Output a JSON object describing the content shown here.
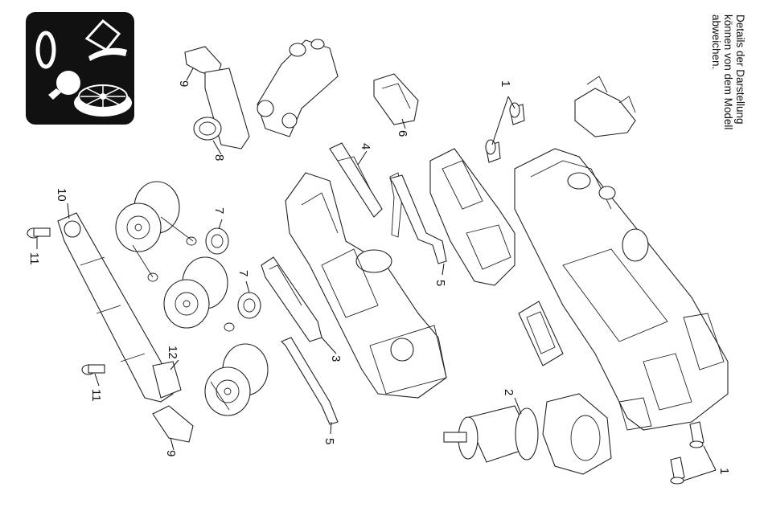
{
  "disclaimer": {
    "line1": "Details der Darstellung",
    "line2": "können von dem Modell",
    "line3": "abweichen."
  },
  "labels": {
    "p1a": "1",
    "p1b": "1",
    "p2": "2",
    "p3": "3",
    "p4": "4",
    "p5a": "5",
    "p5b": "5",
    "p6": "6",
    "p7a": "7",
    "p7b": "7",
    "p8": "8",
    "p9a": "9",
    "p9b": "9",
    "p10": "10",
    "p11a": "11",
    "p11b": "11",
    "p12": "12"
  },
  "icon": {
    "name": "maintenance-symbols-icon",
    "background": "#111111"
  }
}
